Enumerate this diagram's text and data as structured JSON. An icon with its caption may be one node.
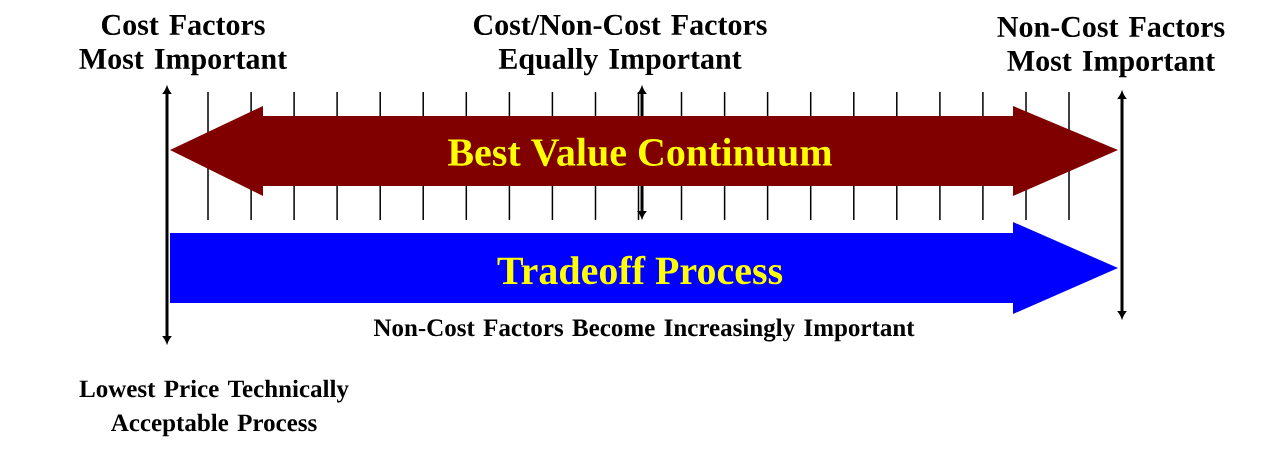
{
  "diagram": {
    "nodes": [
      {
        "text": [
          "Best Value Continuum"
        ]
      },
      {
        "text": [
          "Tradeoff Process"
        ]
      }
    ],
    "labels": [
      "Cost Factors Most Important",
      "Cost/Non-Cost Factors Equally Important",
      "Non-Cost Factors Most Important",
      "Non-Cost Factors Become Increasingly Important",
      "Lowest Price Technically Acceptable Process"
    ]
  }
}
